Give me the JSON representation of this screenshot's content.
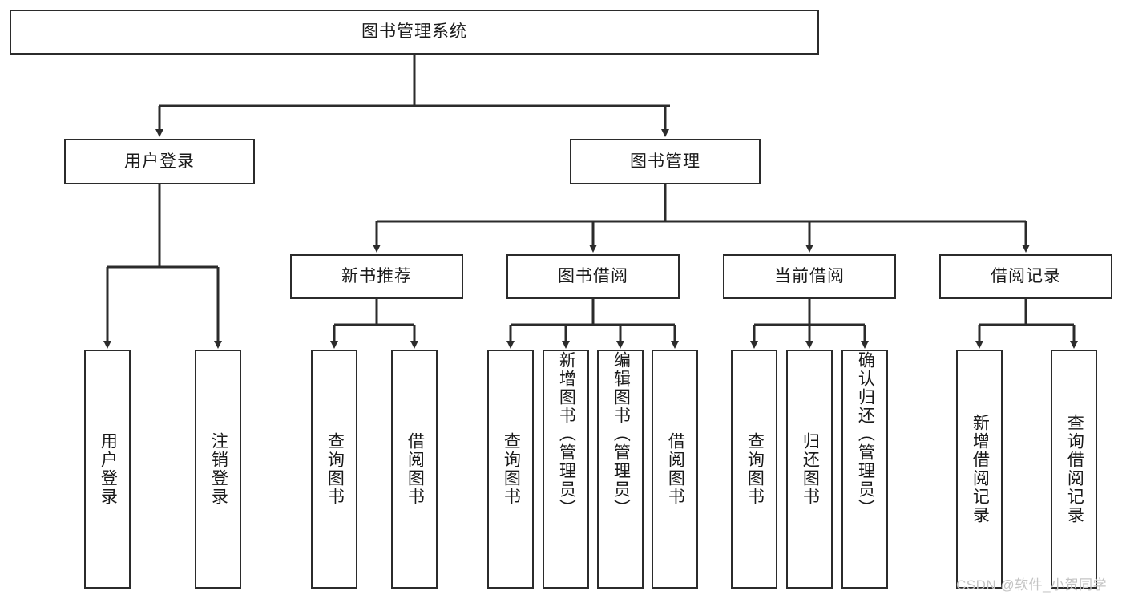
{
  "diagram": {
    "title_node": {
      "label": "图书管理系统"
    },
    "level2": [
      {
        "label": "用户登录"
      },
      {
        "label": "图书管理"
      }
    ],
    "level3": [
      {
        "label": "新书推荐"
      },
      {
        "label": "图书借阅"
      },
      {
        "label": "当前借阅"
      },
      {
        "label": "借阅记录"
      }
    ],
    "leaves": [
      {
        "label": "用户登录"
      },
      {
        "label": "注销登录"
      },
      {
        "label": "查询图书"
      },
      {
        "label": "借阅图书"
      },
      {
        "label": "查询图书"
      },
      {
        "label": "新增图书（管理员）"
      },
      {
        "label": "编辑图书（管理员）"
      },
      {
        "label": "借阅图书"
      },
      {
        "label": "查询图书"
      },
      {
        "label": "归还图书"
      },
      {
        "label": "确认归还（管理员）"
      },
      {
        "label": "新增借阅记录"
      },
      {
        "label": "查询借阅记录"
      }
    ]
  },
  "watermark": {
    "text": "CSDN @软件_小贺同学"
  },
  "colors": {
    "stroke": "#2b2b2b",
    "background": "#ffffff",
    "text": "#1a1a1a",
    "watermark": "#c4c4c4"
  }
}
